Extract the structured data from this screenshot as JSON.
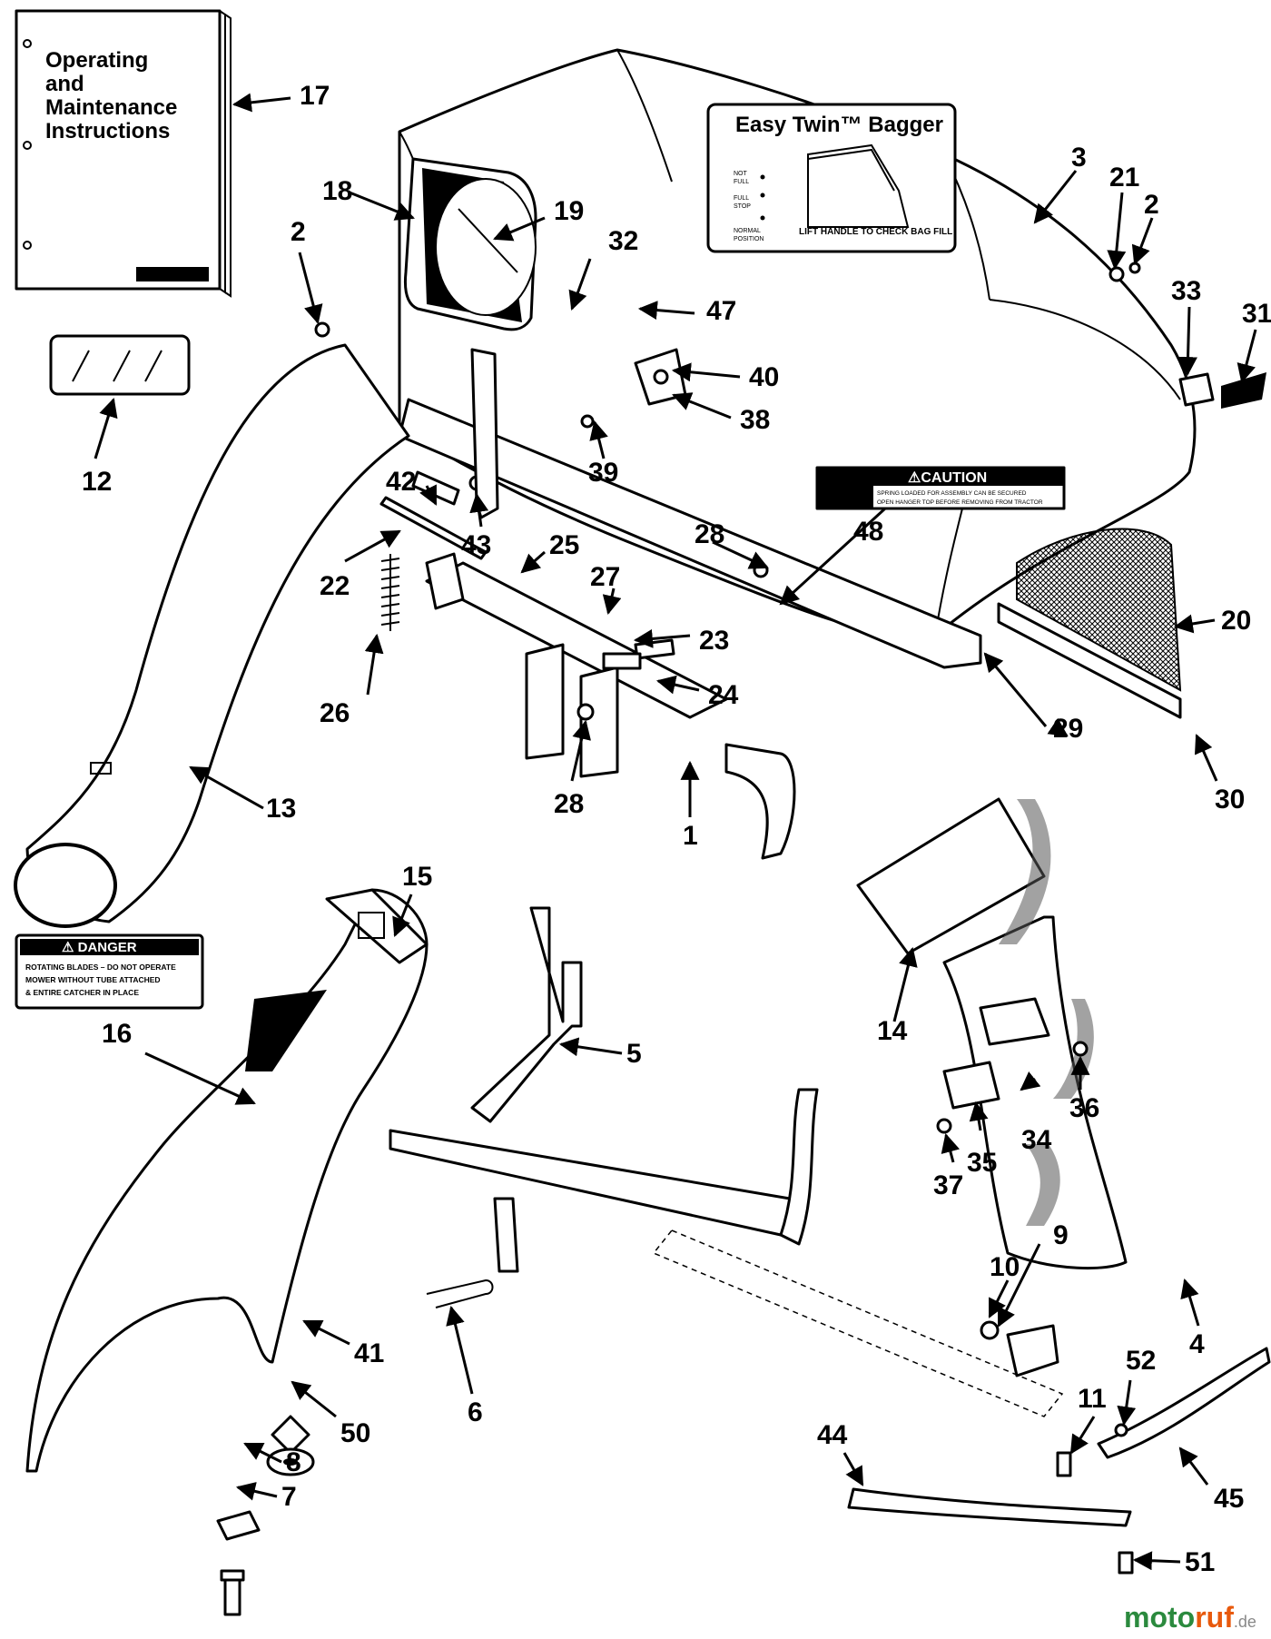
{
  "manual": {
    "lines": [
      "Operating",
      "and",
      "Maintenance",
      "Instructions"
    ]
  },
  "decal_easy_twin": {
    "title": "Easy Twin™ Bagger",
    "not_full": [
      "NOT",
      "FULL"
    ],
    "full_stop": [
      "FULL",
      "STOP"
    ],
    "normal": [
      "NORMAL",
      "POSITION"
    ],
    "lift_text": "LIFT HANDLE TO CHECK BAG FILL"
  },
  "decal_caution": {
    "header": "⚠CAUTION",
    "line1": "SPRING LOADED FOR ASSEMBLY CAN BE SECURED",
    "line2": "OPEN HANGER TOP BEFORE REMOVING FROM TRACTOR"
  },
  "decal_danger": {
    "header": "⚠ DANGER",
    "line1": "ROTATING BLADES – DO NOT OPERATE",
    "line2": "MOWER WITHOUT TUBE ATTACHED",
    "line3": "& ENTIRE CATCHER IN PLACE"
  },
  "callouts": {
    "c1": "1",
    "c2a": "2",
    "c2b": "2",
    "c3": "3",
    "c4": "4",
    "c5": "5",
    "c6": "6",
    "c7": "7",
    "c8": "8",
    "c9": "9",
    "c10": "10",
    "c11": "11",
    "c12": "12",
    "c13": "13",
    "c14": "14",
    "c15": "15",
    "c16": "16",
    "c17": "17",
    "c18": "18",
    "c19": "19",
    "c20": "20",
    "c21": "21",
    "c22": "22",
    "c23": "23",
    "c24": "24",
    "c25": "25",
    "c26": "26",
    "c27": "27",
    "c28a": "28",
    "c28b": "28",
    "c29": "29",
    "c30": "30",
    "c31": "31",
    "c32": "32",
    "c33": "33",
    "c34": "34",
    "c35": "35",
    "c36": "36",
    "c37": "37",
    "c38": "38",
    "c39": "39",
    "c40": "40",
    "c41": "41",
    "c42": "42",
    "c43": "43",
    "c44": "44",
    "c45": "45",
    "c47": "47",
    "c48": "48",
    "c50": "50",
    "c51": "51",
    "c52": "52"
  },
  "watermark": {
    "part1": "moto",
    "part2": "ruf",
    "suffix": ".de"
  }
}
